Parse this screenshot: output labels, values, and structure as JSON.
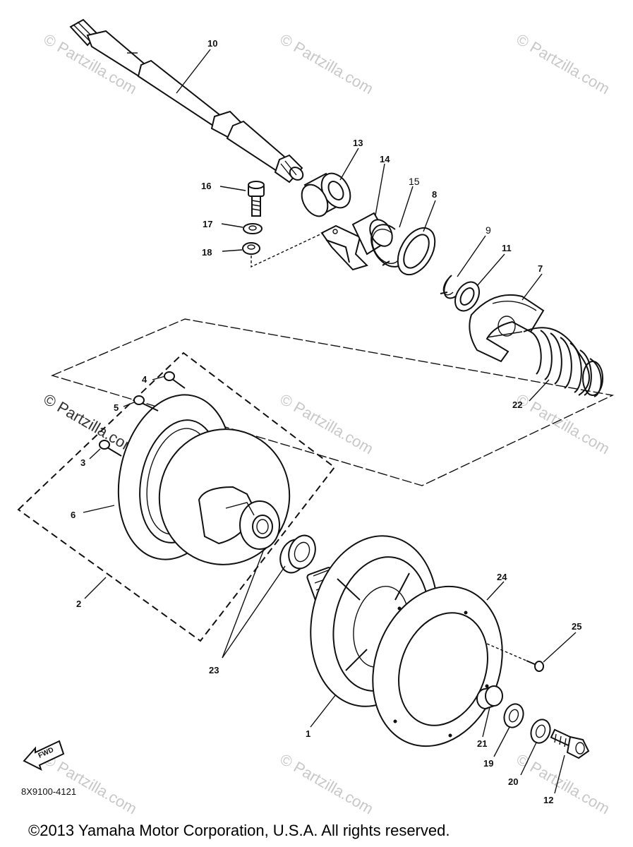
{
  "diagram": {
    "reference_code": "8X9100-4121",
    "forward_marker": "FWD",
    "copyright": "©2013 Yamaha Motor Corporation, U.S.A. All rights reserved.",
    "watermark": "© Partzilla.com",
    "labels": {
      "p1": "1",
      "p2": "2",
      "p3": "3",
      "p4": "4",
      "p5": "5",
      "p6": "6",
      "p7": "7",
      "p8": "8",
      "p9": "9",
      "p10": "10",
      "p11": "11",
      "p12": "12",
      "p13": "13",
      "p14": "14",
      "p15": "15",
      "p16": "16",
      "p17": "17",
      "p18": "18",
      "p19": "19",
      "p20": "20",
      "p21": "21",
      "p22": "22",
      "p23": "23",
      "p24": "24",
      "p25": "25"
    }
  }
}
